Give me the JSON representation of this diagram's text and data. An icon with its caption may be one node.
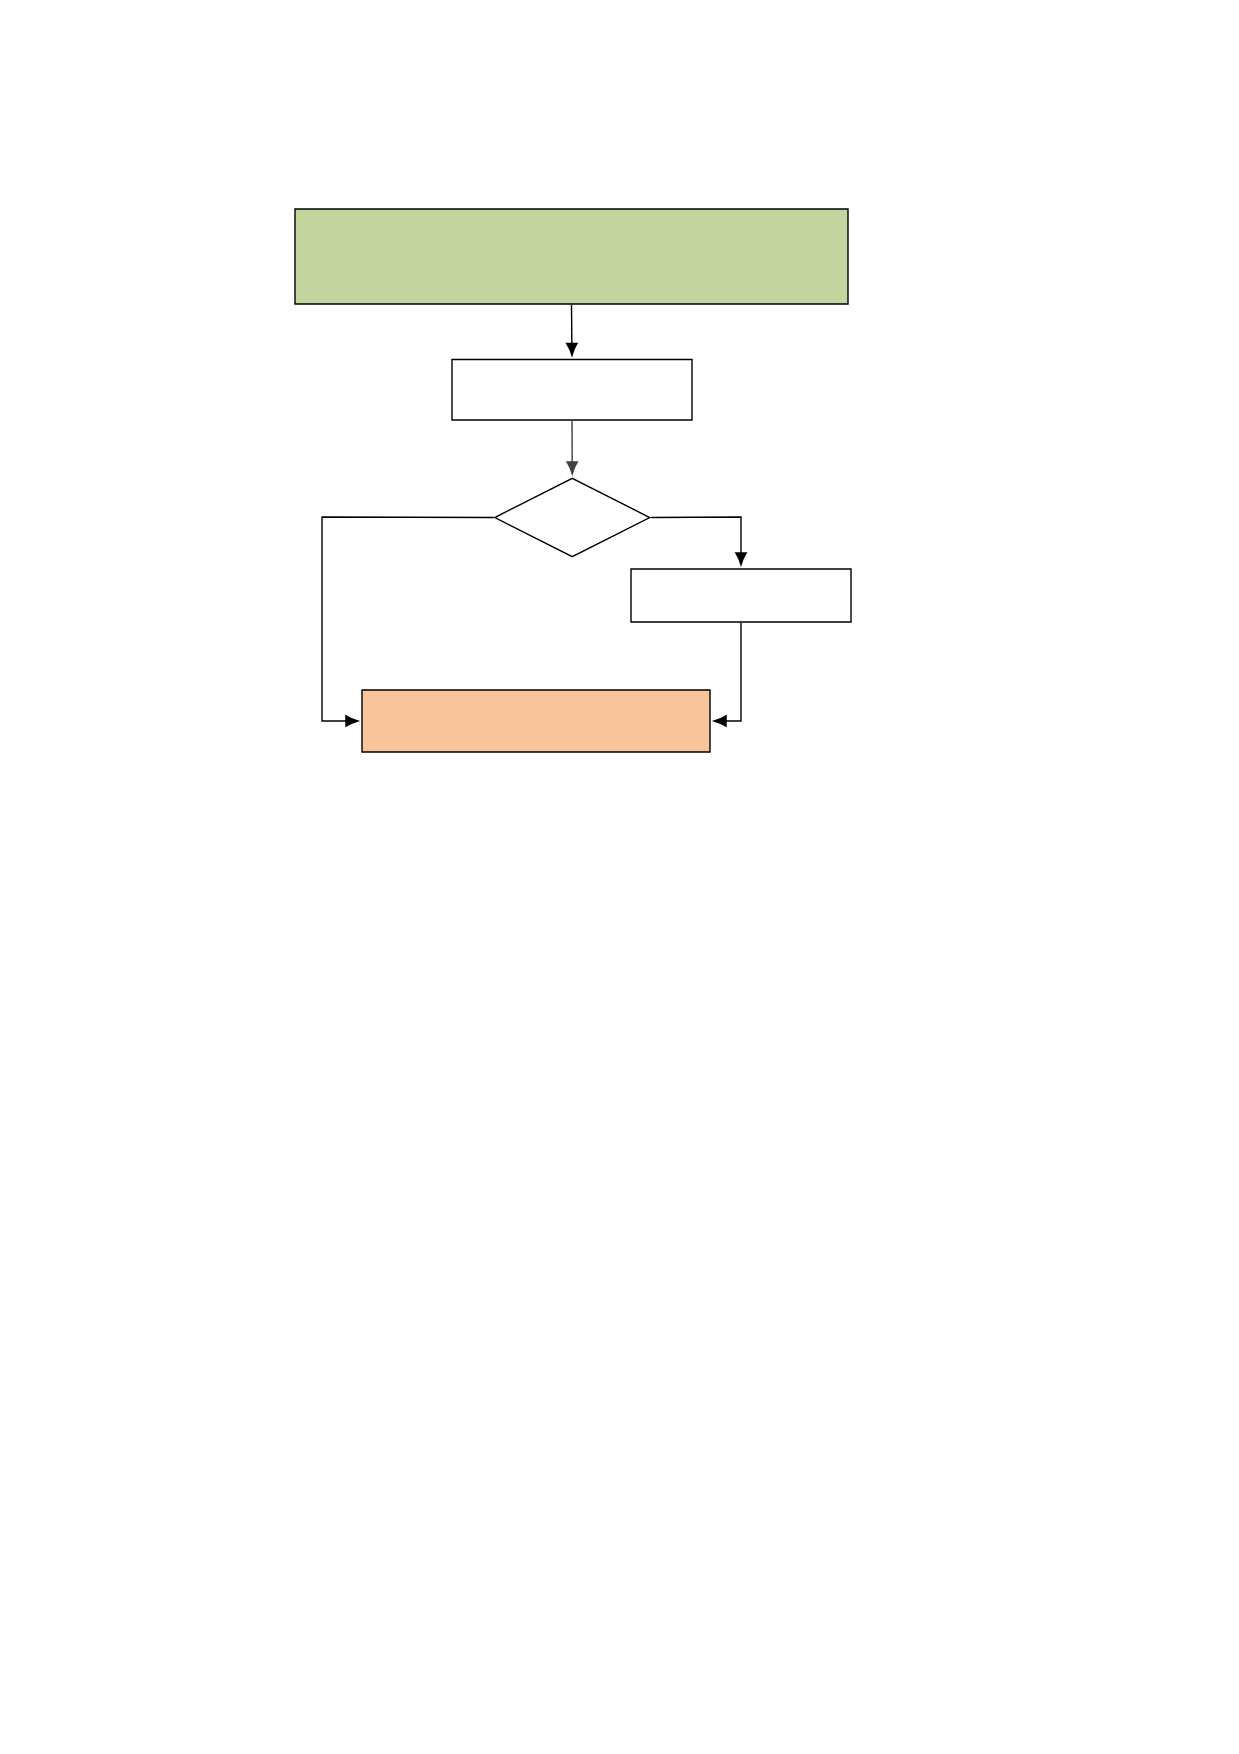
{
  "diagram": {
    "nodes": [
      {
        "text": [],
        "shape": "box"
      },
      {
        "text": [],
        "shape": "box"
      },
      {
        "text": [],
        "shape": "diamond"
      },
      {
        "text": [],
        "shape": "box"
      },
      {
        "text": [],
        "shape": "box"
      }
    ],
    "edges": [
      {
        "from": 0,
        "to": 1,
        "arrow": "to"
      },
      {
        "from": 1,
        "to": 2,
        "arrow": "to",
        "color": "#404040"
      },
      {
        "from": 2,
        "to": 4,
        "arrow": "to"
      },
      {
        "from": 2,
        "to": 3,
        "arrow": "to"
      },
      {
        "from": 3,
        "to": 4,
        "arrow": "to"
      }
    ]
  }
}
